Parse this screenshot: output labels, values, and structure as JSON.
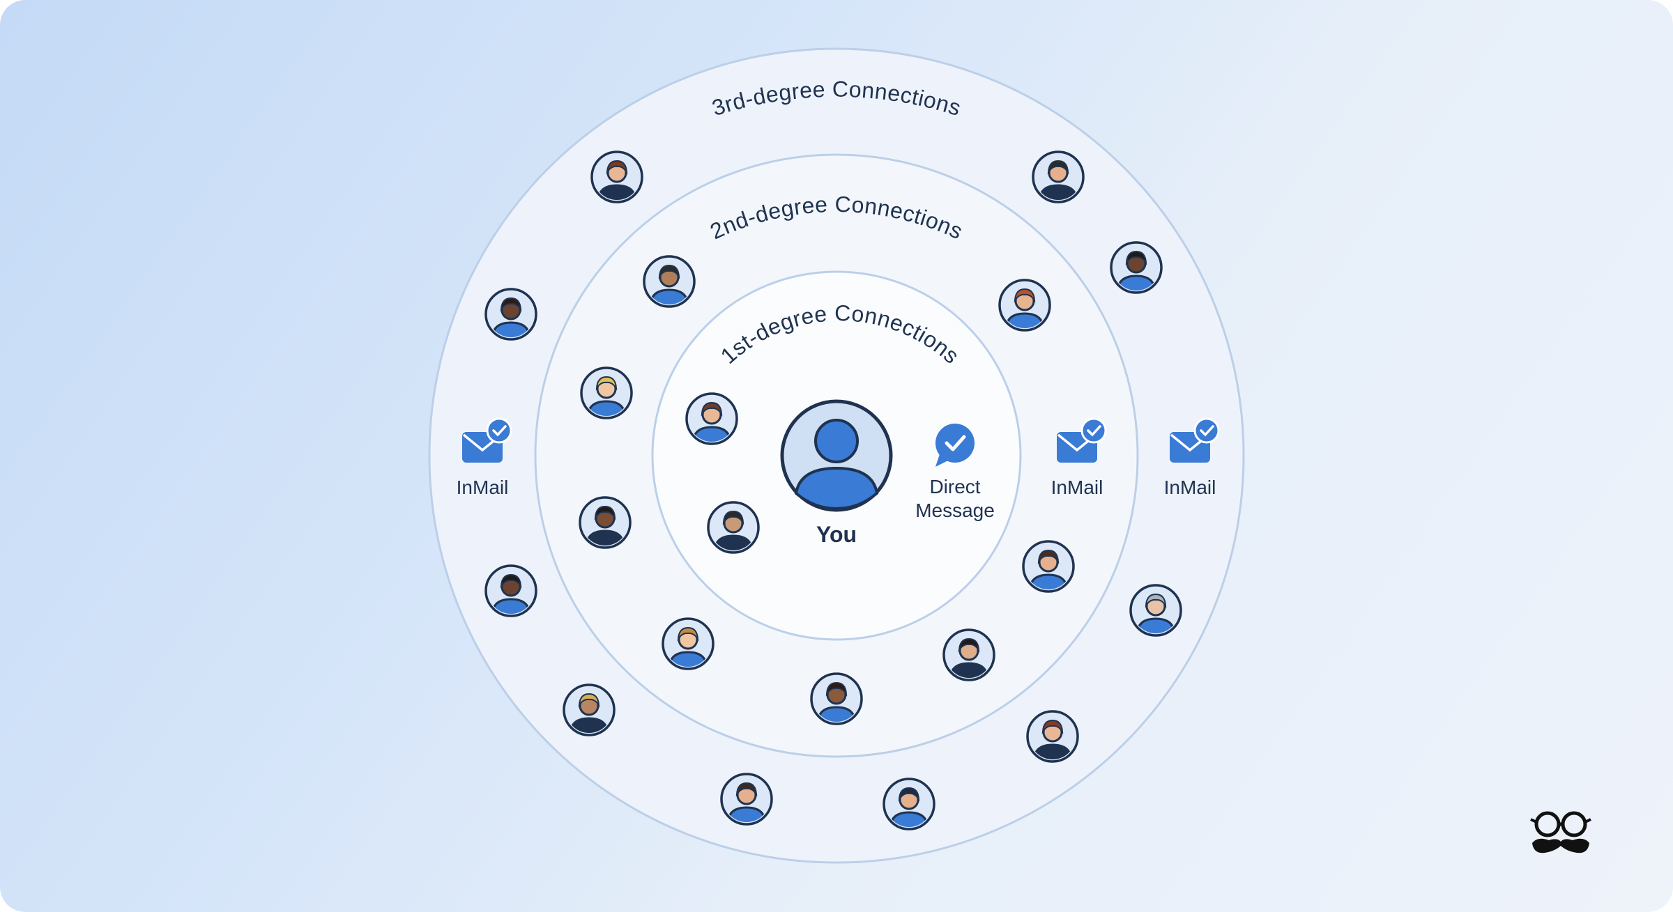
{
  "diagram": {
    "rings": {
      "first": {
        "label": "1st-degree Connections"
      },
      "second": {
        "label": "2nd-degree Connections"
      },
      "third": {
        "label": "3rd-degree Connections"
      }
    },
    "center": {
      "label": "You",
      "icon": "user-icon"
    },
    "direct_message": {
      "label_line1": "Direct",
      "label_line2": "Message",
      "icon": "chat-check-icon"
    },
    "inmail_left": {
      "label": "InMail",
      "icon": "mail-check-icon"
    },
    "inmail_mid": {
      "label": "InMail",
      "icon": "mail-check-icon"
    },
    "inmail_right": {
      "label": "InMail",
      "icon": "mail-check-icon"
    },
    "logo": {
      "icon": "glasses-mustache-icon"
    }
  },
  "colors": {
    "accent": "#3a7bd5",
    "dark": "#1f3350",
    "avatar_bg": "#d6e4f6"
  }
}
